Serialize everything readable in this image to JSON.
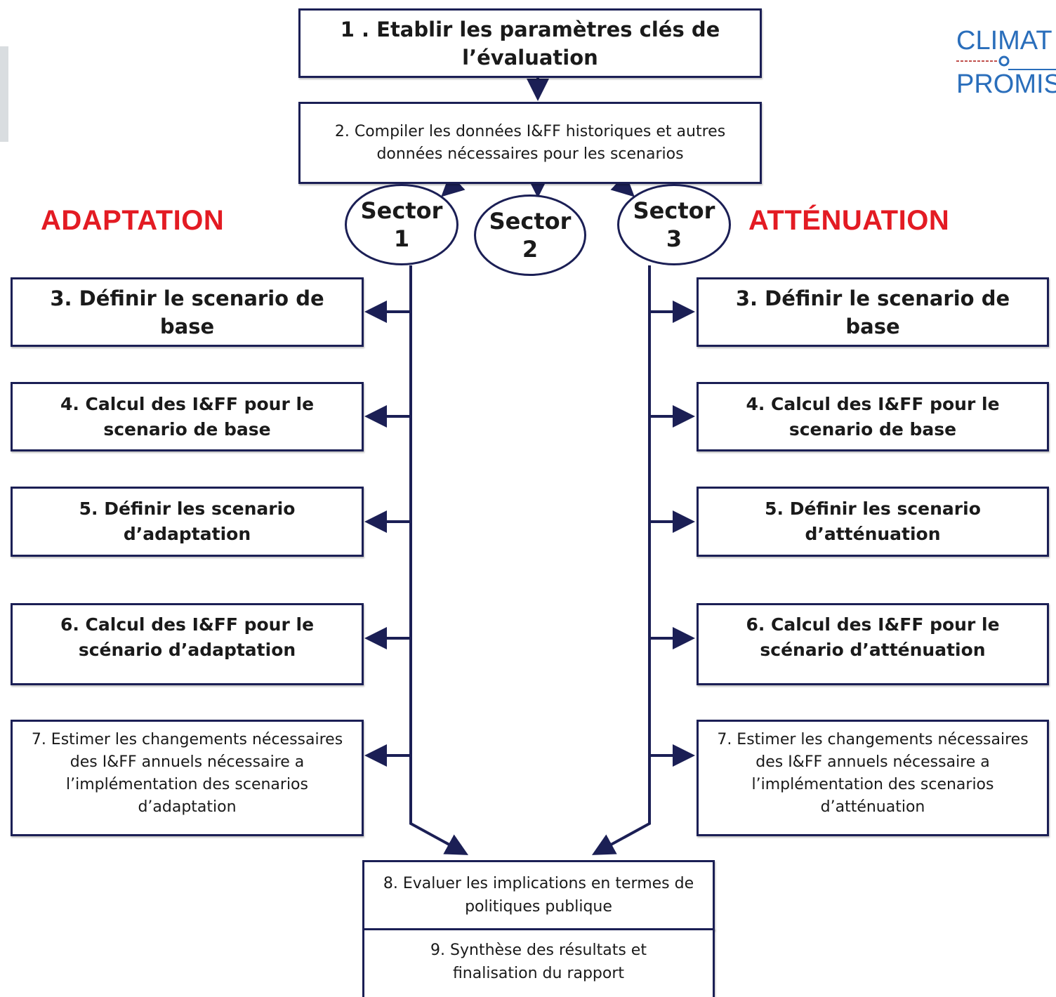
{
  "step1": "1 . Etablir les paramètres clés de l’évaluation",
  "step2": "2. Compiler les données I&FF historiques et autres données nécessaires pour les scenarios",
  "sectors": [
    {
      "label": "Sector",
      "number": "1"
    },
    {
      "label": "Sector",
      "number": "2"
    },
    {
      "label": "Sector",
      "number": "3"
    }
  ],
  "adaptation": {
    "title": "ADAPTATION",
    "steps": [
      "3. Définir le scenario de base",
      "4. Calcul des I&FF pour le scenario de base",
      "5. Définir les scenario d’adaptation",
      "6. Calcul des I&FF pour le scénario d’adaptation",
      "7. Estimer les changements nécessaires des I&FF annuels nécessaire a l’implémentation des scenarios  d’adaptation"
    ]
  },
  "attenuation": {
    "title": "ATTÉNUATION",
    "steps": [
      "3. Définir le scenario de base",
      "4. Calcul des I&FF pour le scenario de base",
      "5. Définir les scenario d’atténuation",
      "6. Calcul des I&FF pour le scénario d’atténuation",
      "7. Estimer les changements nécessaires des I&FF annuels nécessaire a l’implémentation des scenarios  d’atténuation"
    ]
  },
  "step8": "8. Evaluer les implications en termes de politiques publique",
  "step9": "9. Synthèse des résultats et finalisation du rapport",
  "logo": {
    "line1": "CLIMAT",
    "line2": "PROMIS"
  },
  "colors": {
    "title_red": "#e31b23",
    "line_navy": "#1b1f55",
    "logo_blue": "#2a6ebb"
  }
}
